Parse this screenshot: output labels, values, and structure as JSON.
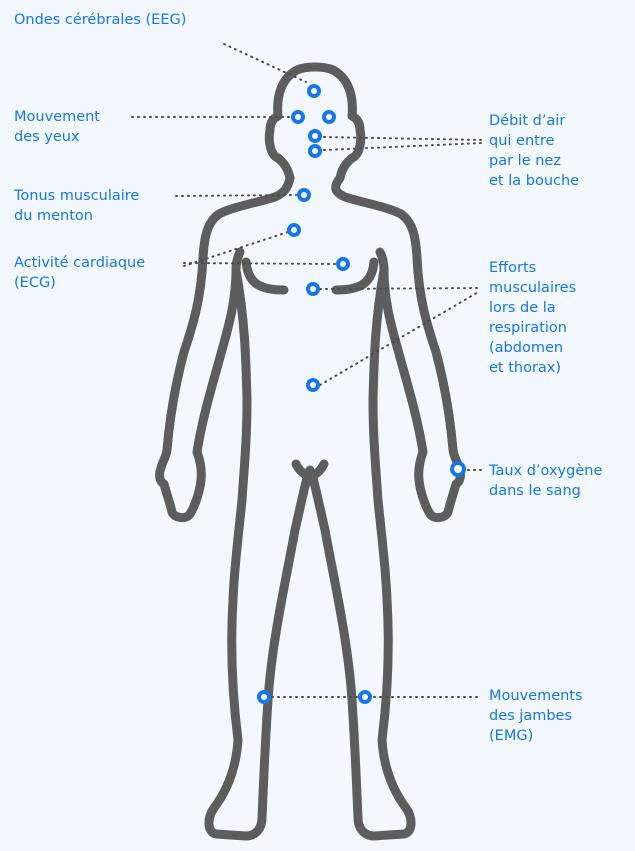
{
  "colors": {
    "background": "#f2f8fd",
    "body_outline": "#5d5d5d",
    "accent": "#1677e8",
    "sensor_fill": "#ffffff",
    "connector": "#4a4a4a"
  },
  "figure": {
    "icon": "human-body-outline"
  },
  "sensors": [
    {
      "id": "eeg",
      "lines": [
        "Ondes cérébrales (EEG)"
      ]
    },
    {
      "id": "eyes",
      "lines": [
        "Mouvement",
        "des yeux"
      ]
    },
    {
      "id": "chin",
      "lines": [
        "Tonus musculaire",
        "du menton"
      ]
    },
    {
      "id": "ecg",
      "lines": [
        "Activité cardiaque",
        "(ECG)"
      ]
    },
    {
      "id": "air",
      "lines": [
        "Débit d’air",
        "qui entre",
        "par le nez",
        "et la bouche"
      ]
    },
    {
      "id": "effort",
      "lines": [
        "Efforts",
        "musculaires",
        "lors de la",
        "respiration",
        "(abdomen",
        "et thorax)"
      ]
    },
    {
      "id": "oxygen",
      "lines": [
        "Taux d’oxygène",
        "dans le sang"
      ]
    },
    {
      "id": "legs",
      "lines": [
        "Mouvements",
        "des jambes",
        "(EMG)"
      ]
    }
  ]
}
